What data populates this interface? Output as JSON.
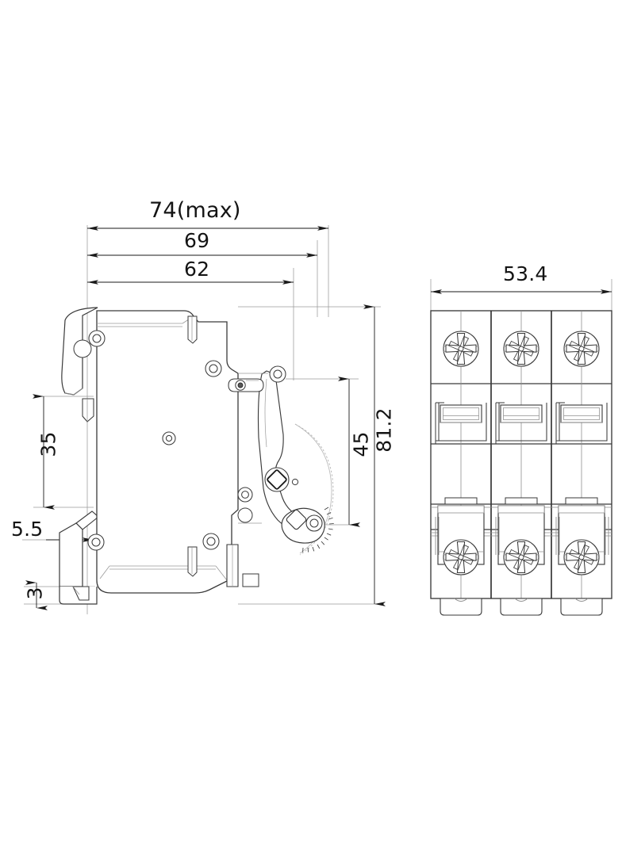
{
  "document": {
    "type": "engineering-dimension-drawing",
    "subject": "3-pole miniature circuit breaker (MCB)",
    "units": "mm",
    "background_color": "#ffffff",
    "line_color": "#333333",
    "thin_line_color": "#8a8a8a",
    "text_color": "#141414"
  },
  "views": {
    "side_view": {
      "name": "side-view",
      "label": "Side elevation with DIN-rail mounting clip"
    },
    "front_view": {
      "name": "front-view",
      "label": "Front elevation, three poles"
    }
  },
  "dimensions": {
    "width_max": {
      "value": "74(max)",
      "orientation": "horizontal",
      "view": "side"
    },
    "depth_69": {
      "value": "69",
      "orientation": "horizontal",
      "view": "side"
    },
    "depth_62": {
      "value": "62",
      "orientation": "horizontal",
      "view": "side"
    },
    "rail_35": {
      "value": "35",
      "orientation": "vertical",
      "view": "side"
    },
    "offset_55": {
      "value": "5.5",
      "orientation": "horizontal",
      "view": "side"
    },
    "thick_3": {
      "value": "3",
      "orientation": "vertical",
      "view": "side"
    },
    "height_45": {
      "value": "45",
      "orientation": "vertical",
      "view": "side"
    },
    "height_812": {
      "value": "81.2",
      "orientation": "vertical",
      "view": "side"
    },
    "width_534": {
      "value": "53.4",
      "orientation": "horizontal",
      "view": "front"
    }
  },
  "front_view_poles": [
    {
      "id": "pole-1",
      "top_screw": "cross-screw-icon",
      "bottom_screw": "cross-screw-icon"
    },
    {
      "id": "pole-2",
      "top_screw": "cross-screw-icon",
      "bottom_screw": "cross-screw-icon"
    },
    {
      "id": "pole-3",
      "top_screw": "cross-screw-icon",
      "bottom_screw": "cross-screw-icon"
    }
  ]
}
